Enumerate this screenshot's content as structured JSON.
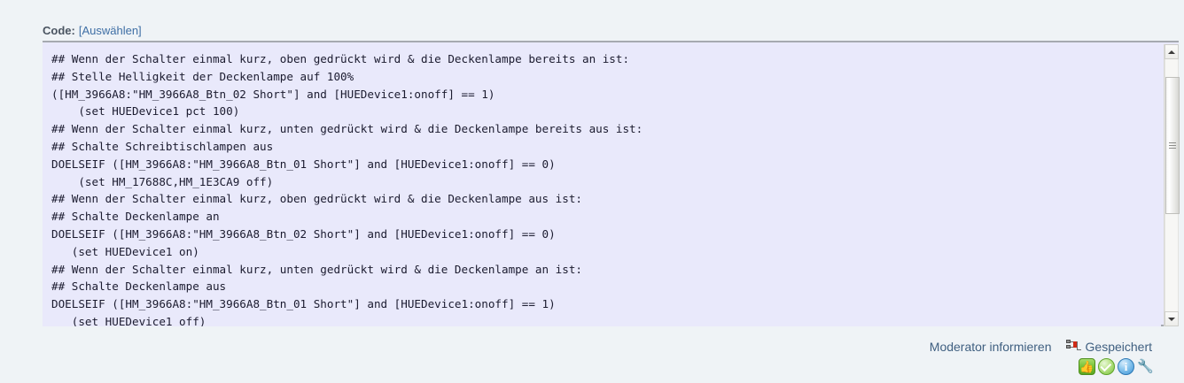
{
  "code_block": {
    "label": "Code:",
    "select_link": "[Auswählen]",
    "lines": [
      "## Wenn der Schalter einmal kurz, oben gedrückt wird & die Deckenlampe bereits an ist:",
      "## Stelle Helligkeit der Deckenlampe auf 100%",
      "([HM_3966A8:\"HM_3966A8_Btn_02 Short\"] and [HUEDevice1:onoff] == 1)",
      "    (set HUEDevice1 pct 100)",
      "## Wenn der Schalter einmal kurz, unten gedrückt wird & die Deckenlampe bereits aus ist:",
      "## Schalte Schreibtischlampen aus",
      "DOELSEIF ([HM_3966A8:\"HM_3966A8_Btn_01 Short\"] and [HUEDevice1:onoff] == 0)",
      "    (set HM_17688C,HM_1E3CA9 off)",
      "## Wenn der Schalter einmal kurz, oben gedrückt wird & die Deckenlampe aus ist:",
      "## Schalte Deckenlampe an",
      "DOELSEIF ([HM_3966A8:\"HM_3966A8_Btn_02 Short\"] and [HUEDevice1:onoff] == 0)",
      "   (set HUEDevice1 on)",
      "## Wenn der Schalter einmal kurz, unten gedrückt wird & die Deckenlampe an ist:",
      "## Schalte Deckenlampe aus",
      "DOELSEIF ([HM_3966A8:\"HM_3966A8_Btn_01 Short\"] and [HUEDevice1:onoff] == 1)",
      "   (set HUEDevice1 off)"
    ]
  },
  "scrollbar": {
    "up_arrow": "scroll-up",
    "down_arrow": "scroll-down",
    "thumb": "scroll-thumb"
  },
  "footer": {
    "report_link": "Moderator informieren",
    "saved_label": "Gespeichert",
    "saved_icon": "tree-branch-icon",
    "actions": [
      {
        "name": "thumbs-up-icon",
        "glyph": "👍"
      },
      {
        "name": "check-circle-icon",
        "glyph": ""
      },
      {
        "name": "info-circle-icon",
        "glyph": "i"
      },
      {
        "name": "wrench-icon",
        "glyph": "🔧"
      }
    ]
  },
  "colors": {
    "page_bg": "#eff3f6",
    "code_bg": "#e9e9fb",
    "code_border": "#a6aab0",
    "link": "#3f6fa5",
    "footer_link": "#3f5f80",
    "code_text": "#1b1b2f"
  }
}
